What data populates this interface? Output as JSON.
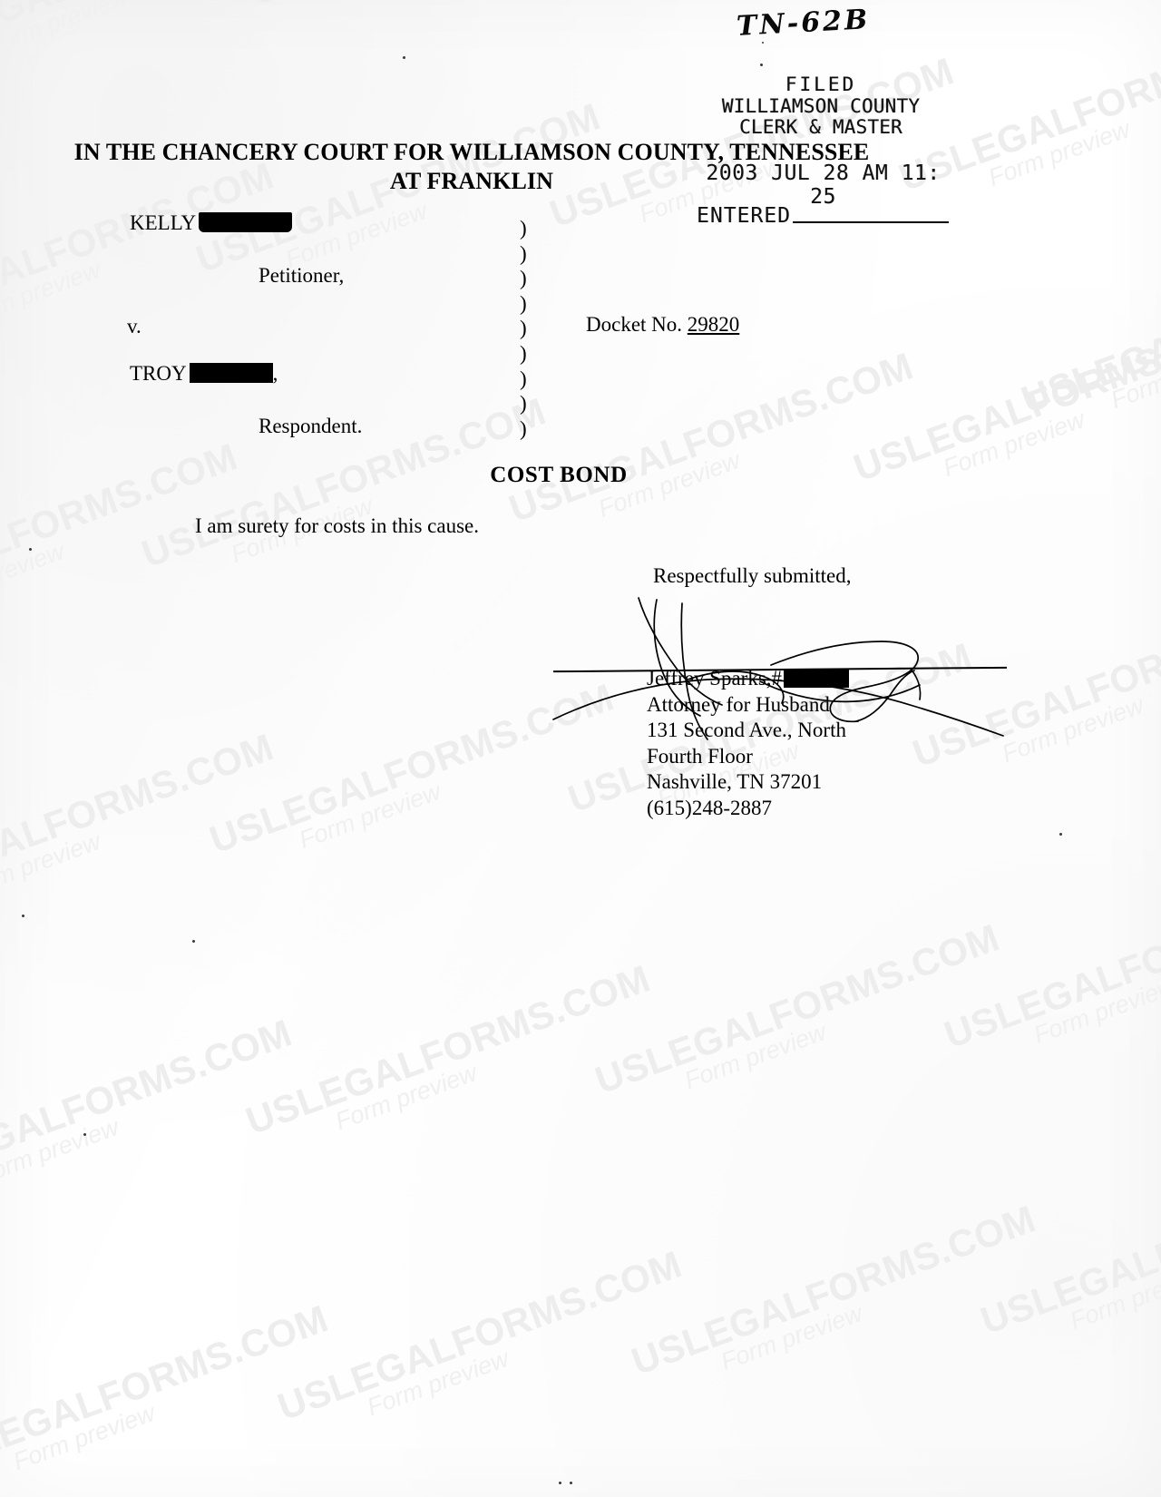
{
  "document": {
    "form_code_handwritten": "TN-62B",
    "court_header_line1": "IN THE CHANCERY COURT FOR WILLIAMSON COUNTY, TENNESSEE",
    "court_header_line2": "AT FRANKLIN",
    "title": "COST BOND",
    "body_text": "I am surety for costs in this cause."
  },
  "filed_stamp": {
    "line1": "FILED",
    "line2": "WILLIAMSON COUNTY",
    "line3": "CLERK & MASTER",
    "date_line": "2003 JUL 28  AM 11: 25"
  },
  "entered_stamp": {
    "label": "ENTERED",
    "value": ""
  },
  "caption": {
    "petitioner_name": "KELLY",
    "petitioner_name_redacted": true,
    "petitioner_role": "Petitioner,",
    "versus": "v.",
    "respondent_name": "TROY",
    "respondent_name_redacted": true,
    "respondent_name_suffix": ",",
    "respondent_role": "Respondent.",
    "paren_marks": [
      ")",
      ")",
      ")",
      ")",
      ")",
      ")",
      ")",
      ")",
      ")"
    ],
    "docket_label": "Docket No.",
    "docket_number": "29820"
  },
  "signature_block": {
    "closing": "Respectfully submitted,",
    "attorney_name": "Jeffrey Sparks,",
    "bpr_prefix": "#",
    "bpr_redacted": true,
    "role": "Attorney for Husband",
    "address_line1": "131 Second Ave., North",
    "address_line2": "Fourth Floor",
    "address_line3": "Nashville, TN 37201",
    "phone": "(615)248-2887"
  },
  "watermark": {
    "primary": "USLEGALFORMS.COM",
    "secondary": "Form preview",
    "color": "#ededed"
  },
  "colors": {
    "page_background": "#ffffff",
    "ink": "#000000",
    "redaction": "#000000",
    "watermark": "#ededed"
  }
}
